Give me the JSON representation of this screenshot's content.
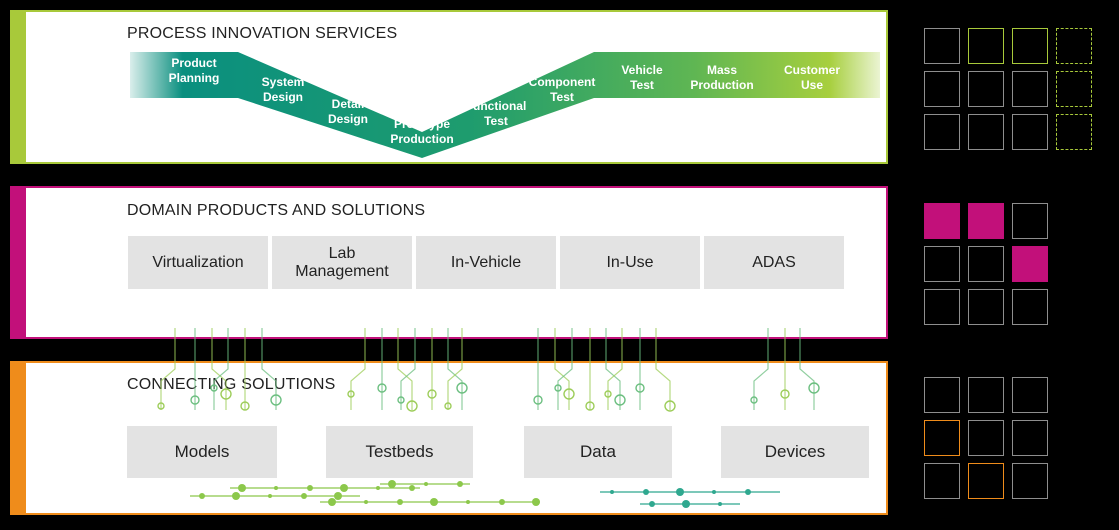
{
  "process": {
    "title": "PROCESS INNOVATION SERVICES",
    "steps": [
      {
        "l1": "Product",
        "l2": "Planning"
      },
      {
        "l1": "System",
        "l2": "Design"
      },
      {
        "l1": "Detail",
        "l2": "Design"
      },
      {
        "l1": "Prototype",
        "l2": "Production"
      },
      {
        "l1": "Functional",
        "l2": "Test"
      },
      {
        "l1": "Component",
        "l2": "Test"
      },
      {
        "l1": "Vehicle",
        "l2": "Test"
      },
      {
        "l1": "Mass",
        "l2": "Production"
      },
      {
        "l1": "Customer",
        "l2": "Use"
      }
    ]
  },
  "domain": {
    "title": "DOMAIN PRODUCTS AND SOLUTIONS",
    "items": [
      {
        "l1": "Virtualization",
        "l2": ""
      },
      {
        "l1": "Lab",
        "l2": "Management"
      },
      {
        "l1": "In-Vehicle",
        "l2": ""
      },
      {
        "l1": "In-Use",
        "l2": ""
      },
      {
        "l1": "ADAS",
        "l2": ""
      }
    ]
  },
  "connecting": {
    "title": "CONNECTING SOLUTIONS",
    "items": [
      "Models",
      "Testbeds",
      "Data",
      "Devices"
    ]
  },
  "colors": {
    "process_accent": "#a8c93a",
    "domain_accent": "#c2107a",
    "connecting_accent": "#ef8c1b",
    "vee_teal": "#0a8f7f",
    "vee_green": "#a7cf3e",
    "box_fill": "#e3e3e3"
  }
}
